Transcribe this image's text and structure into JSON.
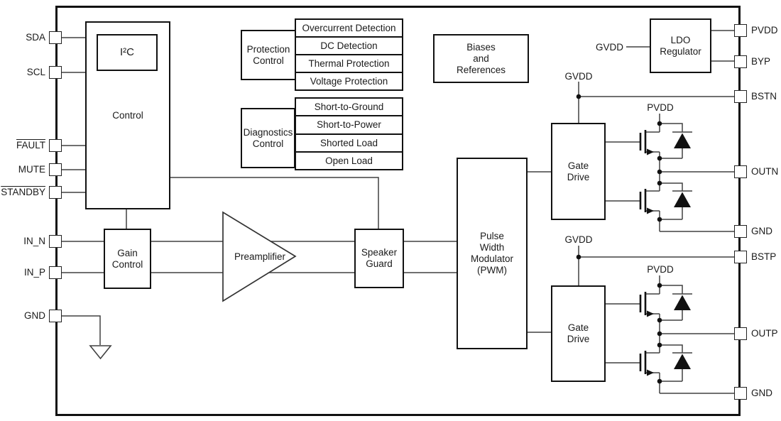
{
  "blocks": {
    "control": {
      "label": "Control"
    },
    "i2c": {
      "label": "I²C"
    },
    "protection_control": {
      "label": "Protection\nControl"
    },
    "diagnostics_control": {
      "label": "Diagnostics\nControl"
    },
    "biases": {
      "label": "Biases\nand\nReferences"
    },
    "ldo": {
      "label": "LDO\nRegulator"
    },
    "gain_control": {
      "label": "Gain\nControl"
    },
    "preamplifier": {
      "label": "Preamplifier"
    },
    "speaker_guard": {
      "label": "Speaker\nGuard"
    },
    "pwm": {
      "label": "Pulse\nWidth\nModulator\n(PWM)"
    },
    "gate_drive_n": {
      "label": "Gate\nDrive"
    },
    "gate_drive_p": {
      "label": "Gate\nDrive"
    }
  },
  "protection_functions": [
    "Overcurrent Detection",
    "DC Detection",
    "Thermal Protection",
    "Voltage Protection"
  ],
  "diagnostic_functions": [
    "Short-to-Ground",
    "Short-to-Power",
    "Shorted Load",
    "Open Load"
  ],
  "pins": {
    "left": [
      {
        "label": "SDA",
        "active_low": false
      },
      {
        "label": "SCL",
        "active_low": false
      },
      {
        "label": "FAULT",
        "active_low": true
      },
      {
        "label": "MUTE",
        "active_low": false
      },
      {
        "label": "STANDBY",
        "active_low": true
      },
      {
        "label": "IN_N",
        "active_low": false
      },
      {
        "label": "IN_P",
        "active_low": false
      },
      {
        "label": "GND",
        "active_low": false
      }
    ],
    "right": [
      {
        "label": "PVDD"
      },
      {
        "label": "BYP"
      },
      {
        "label": "BSTN"
      },
      {
        "label": "OUTN"
      },
      {
        "label": "GND"
      },
      {
        "label": "BSTP"
      },
      {
        "label": "OUTP"
      },
      {
        "label": "GND"
      }
    ]
  },
  "net_labels": {
    "gvdd_ldo": "GVDD",
    "gvdd_n": "GVDD",
    "gvdd_p": "GVDD",
    "pvdd_n": "PVDD",
    "pvdd_p": "PVDD"
  },
  "colors": {
    "wire": "#404040",
    "block_border": "#111111",
    "text": "#1a1a1a",
    "background": "#ffffff"
  }
}
